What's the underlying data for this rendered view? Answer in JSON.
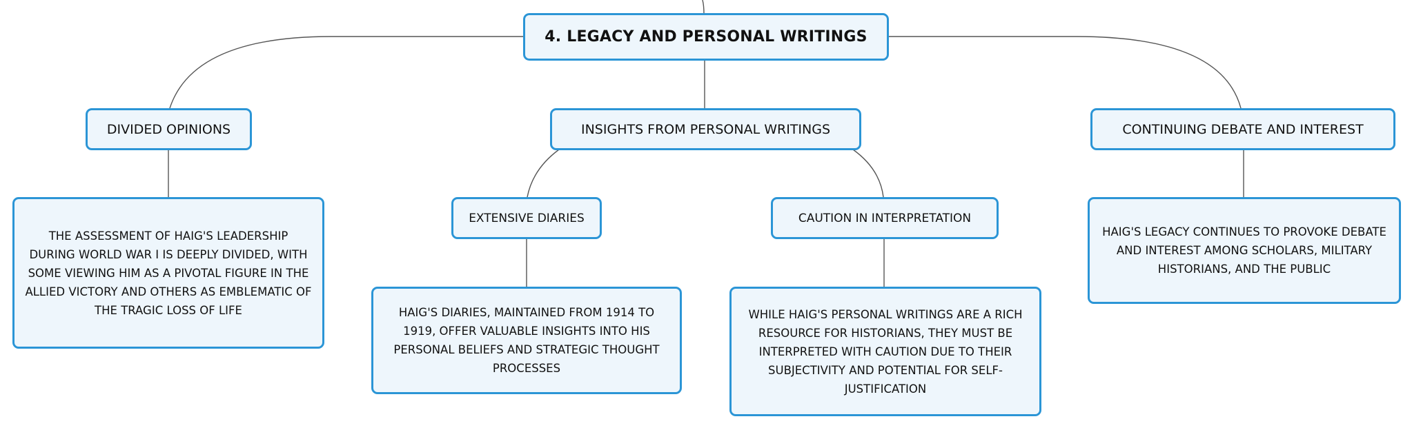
{
  "mindmap": {
    "root": {
      "label": "4. LEGACY AND PERSONAL WRITINGS"
    },
    "branches": [
      {
        "label": "DIVIDED OPINIONS",
        "detail": "THE ASSESSMENT OF HAIG'S LEADERSHIP DURING WORLD WAR I IS DEEPLY DIVIDED, WITH SOME VIEWING HIM AS A PIVOTAL FIGURE IN THE ALLIED VICTORY AND OTHERS AS EMBLEMATIC OF THE TRAGIC LOSS OF LIFE"
      },
      {
        "label": "INSIGHTS FROM PERSONAL WRITINGS",
        "children": [
          {
            "label": "EXTENSIVE DIARIES",
            "detail": "HAIG'S DIARIES, MAINTAINED FROM 1914 TO 1919, OFFER VALUABLE INSIGHTS INTO HIS PERSONAL BELIEFS AND STRATEGIC THOUGHT PROCESSES"
          },
          {
            "label": "CAUTION IN INTERPRETATION",
            "detail": "WHILE HAIG'S PERSONAL WRITINGS ARE A RICH RESOURCE FOR HISTORIANS, THEY MUST BE INTERPRETED WITH CAUTION DUE TO THEIR SUBJECTIVITY AND POTENTIAL FOR SELF-JUSTIFICATION"
          }
        ]
      },
      {
        "label": "CONTINUING DEBATE AND INTEREST",
        "detail": "HAIG'S LEGACY CONTINUES TO PROVOKE DEBATE AND INTEREST AMONG SCHOLARS, MILITARY HISTORIANS, AND THE PUBLIC"
      }
    ]
  },
  "colors": {
    "node_border": "#2b95d6",
    "node_fill": "#eef6fc",
    "connector": "#555555",
    "text": "#111111"
  }
}
